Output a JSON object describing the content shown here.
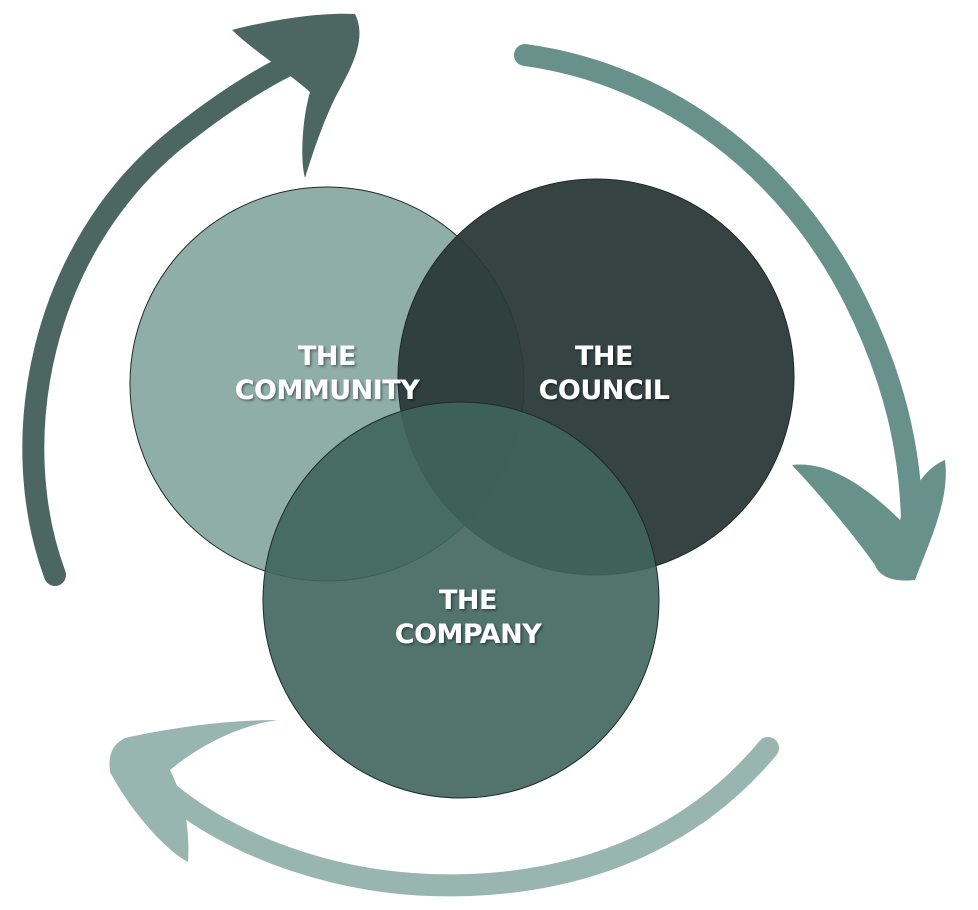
{
  "diagram": {
    "circles": [
      {
        "id": "community",
        "line1": "THE",
        "line2": "COMMUNITY",
        "color": "#89aaa2"
      },
      {
        "id": "council",
        "line1": "THE",
        "line2": "COUNCIL",
        "color": "#2a3a38"
      },
      {
        "id": "company",
        "line1": "THE",
        "line2": "COMPANY",
        "color": "#3f655c"
      }
    ],
    "arrows": [
      {
        "id": "arrow-left-up",
        "color": "#4b675f"
      },
      {
        "id": "arrow-right-down",
        "color": "#67918a"
      },
      {
        "id": "arrow-bottom-left",
        "color": "#98b5af"
      }
    ]
  }
}
